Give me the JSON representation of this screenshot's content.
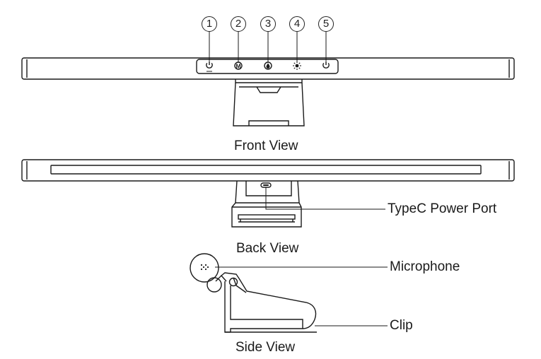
{
  "views": {
    "front": "Front View",
    "back": "Back View",
    "side": "Side View"
  },
  "buttons": [
    {
      "number": "1",
      "icon": "power-icon"
    },
    {
      "number": "2",
      "icon": "mode-icon"
    },
    {
      "number": "3",
      "icon": "color-temperature-icon"
    },
    {
      "number": "4",
      "icon": "brightness-icon"
    },
    {
      "number": "5",
      "icon": "power-icon"
    }
  ],
  "callouts": {
    "port": "TypeC Power Port",
    "microphone": "Microphone",
    "clip": "Clip"
  },
  "mode_glyph": "M"
}
